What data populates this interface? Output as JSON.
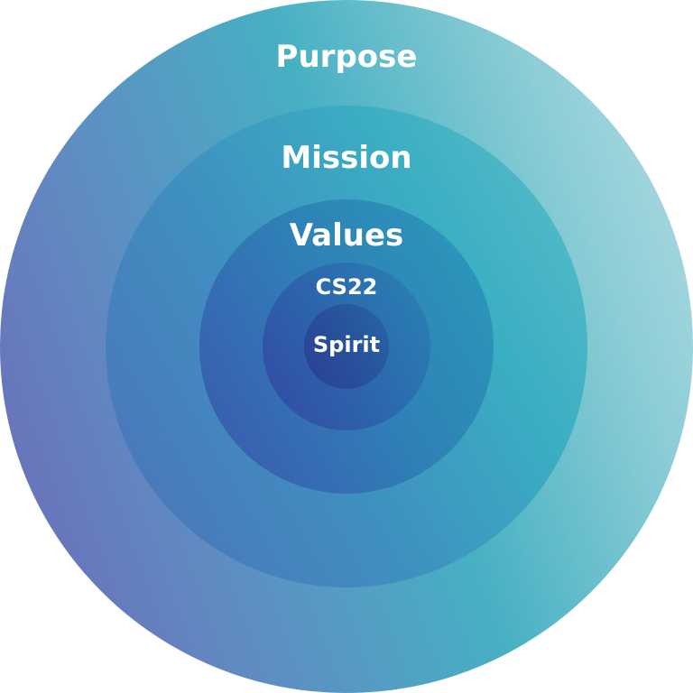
{
  "rings": {
    "purpose": "Purpose",
    "mission": "Mission",
    "values": "Values",
    "cs22": "CS22",
    "spirit": "Spirit"
  }
}
